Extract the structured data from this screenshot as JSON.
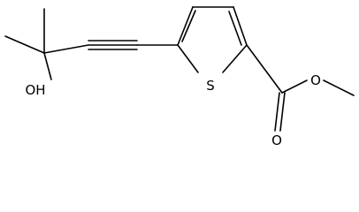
{
  "molecule": {
    "atoms": {
      "S": "S",
      "OH": "OH",
      "O_ester": "O",
      "O_carbonyl": "O"
    },
    "colors": {
      "bond": "#000000",
      "label": "#000000",
      "background": "#ffffff"
    }
  }
}
